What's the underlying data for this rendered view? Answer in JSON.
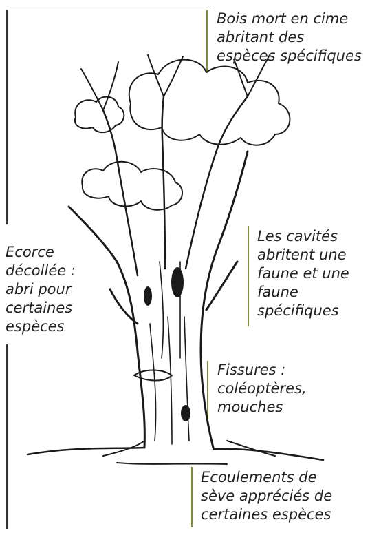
{
  "labels": {
    "top": "Bois mort en cime\nabritant des\nespèces spécifiques",
    "bark": "Ecorce\ndécollée :\nabri pour\ncertaines\nespèces",
    "cavities": "Les cavités\nabritent une\nfaune et une\nfaune\nspécifiques",
    "fissures": "Fissures :\ncoléoptères,\nmouches",
    "sap": "Ecoulements de\nsève appréciés de\ncertaines espèces"
  },
  "colors": {
    "accent_line": "#7a8a3a",
    "border_line": "#333333",
    "ink": "#1a1a1a",
    "text": "#222222"
  }
}
